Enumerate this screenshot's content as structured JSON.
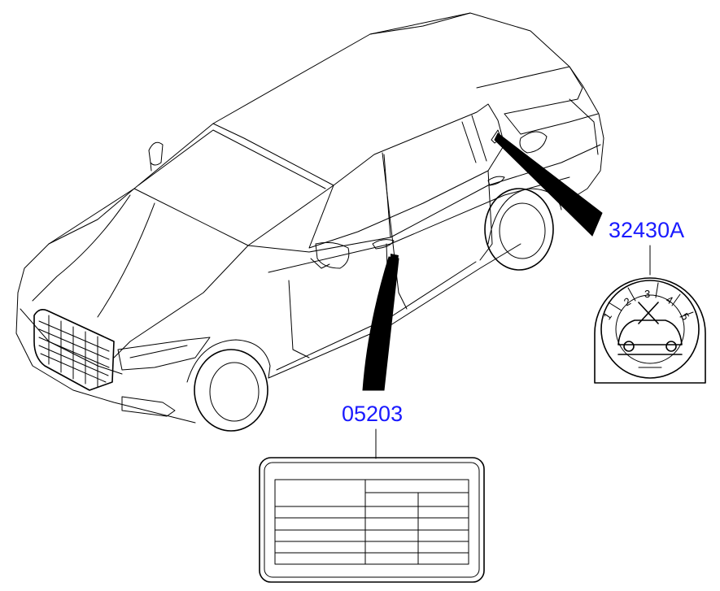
{
  "callouts": [
    {
      "id": "tire_pressure_label",
      "part_number": "32430A"
    },
    {
      "id": "vehicle_information_label",
      "part_number": "05203"
    }
  ],
  "tire_pressure_dial": {
    "numbers": [
      "1",
      "2",
      "3",
      "4",
      "5"
    ],
    "marker": "X"
  },
  "info_label_table": {
    "rows": 5,
    "columns": 3
  }
}
